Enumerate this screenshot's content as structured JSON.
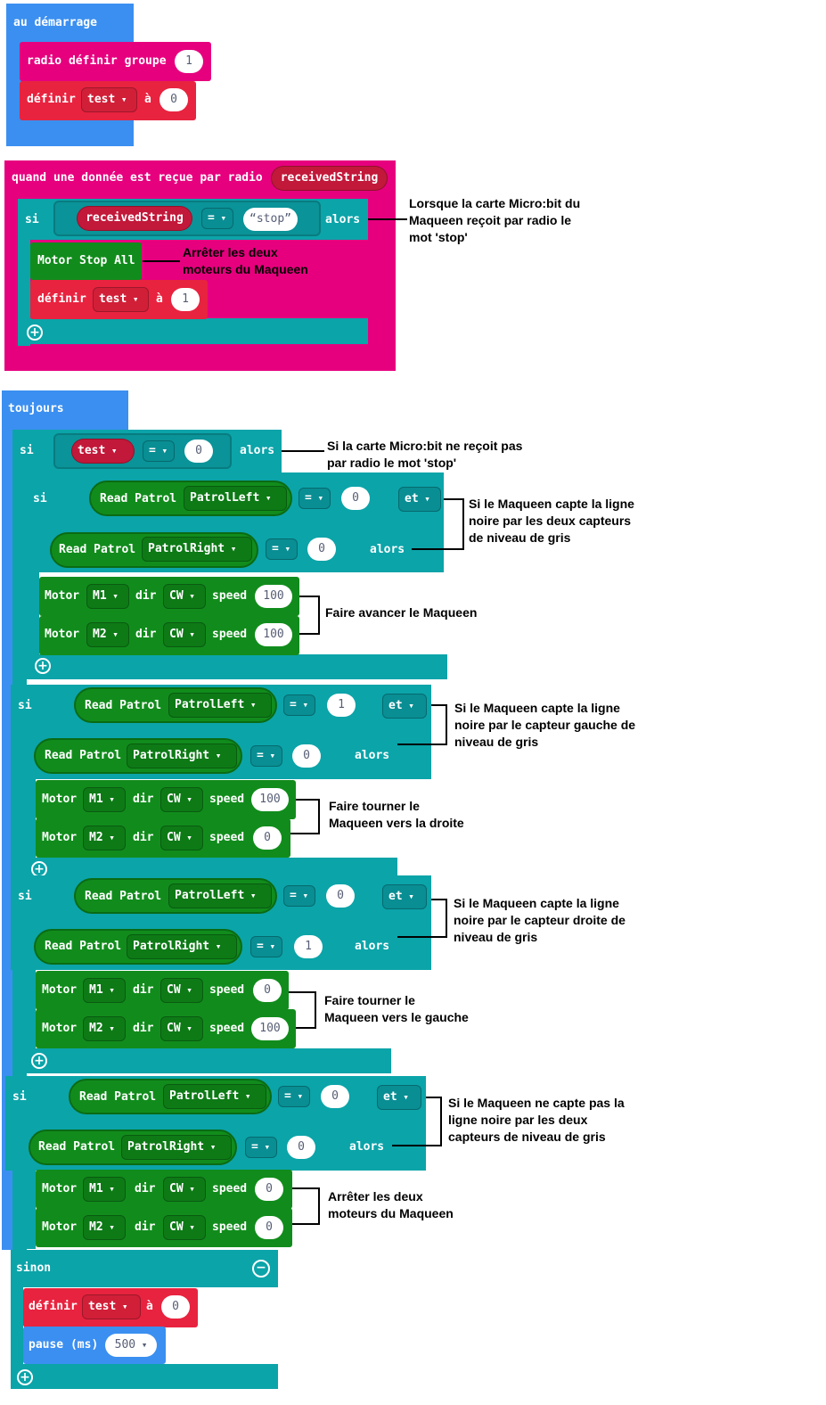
{
  "start": {
    "title": "au démarrage",
    "radio_group_label": "radio définir groupe",
    "radio_group_value": "1",
    "set_label": "définir",
    "var_name": "test",
    "to_label": "à",
    "set_value": "0"
  },
  "radio": {
    "title": "quand une donnée est reçue par radio",
    "param": "receivedString",
    "if_label": "si",
    "then_label": "alors",
    "cond_var": "receivedString",
    "op": "=",
    "compare_text": "stop",
    "motor_stop": "Motor Stop All",
    "set_label": "définir",
    "var_name": "test",
    "to_label": "à",
    "set_value": "1"
  },
  "forever": {
    "title": "toujours",
    "if_label": "si",
    "then_label": "alors",
    "and_label": "et",
    "else_label": "sinon",
    "op": "=",
    "test_var": "test",
    "test_value": "0",
    "read_patrol": "Read Patrol",
    "patrol_left": "PatrolLeft",
    "patrol_right": "PatrolRight",
    "motor": "Motor",
    "dir": "dir",
    "speed": "speed",
    "m1": "M1",
    "m2": "M2",
    "cw": "CW",
    "c1": {
      "left": "0",
      "right": "0",
      "m1_speed": "100",
      "m2_speed": "100"
    },
    "c2": {
      "left": "1",
      "right": "0",
      "m1_speed": "100",
      "m2_speed": "0"
    },
    "c3": {
      "left": "0",
      "right": "1",
      "m1_speed": "0",
      "m2_speed": "100"
    },
    "c4": {
      "left": "0",
      "right": "0",
      "m1_speed": "0",
      "m2_speed": "0"
    },
    "else_set_label": "définir",
    "else_var": "test",
    "else_to": "à",
    "else_value": "0",
    "pause_label": "pause (ms)",
    "pause_value": "500"
  },
  "annotations": {
    "a1": [
      "Lorsque la carte Micro:bit du",
      "Maqueen reçoit par radio le",
      "mot 'stop'"
    ],
    "a2": [
      "Arrêter les deux",
      "moteurs du Maqueen"
    ],
    "a3": [
      "Si la carte Micro:bit ne reçoit pas",
      "par radio le mot 'stop'"
    ],
    "a4": [
      "Si le Maqueen capte la ligne",
      "noire par les deux capteurs",
      "de niveau de gris"
    ],
    "a5": [
      "Faire avancer le Maqueen"
    ],
    "a6": [
      "Si le Maqueen capte la ligne",
      "noire par le capteur gauche de",
      "niveau de gris"
    ],
    "a7": [
      "Faire tourner le",
      "Maqueen vers la droite"
    ],
    "a8": [
      "Si le Maqueen capte la ligne",
      "noire par le capteur droite de",
      "niveau de gris"
    ],
    "a9": [
      "Faire tourner le",
      "Maqueen vers le gauche"
    ],
    "a10": [
      "Si le Maqueen ne capte pas la",
      "ligne noire par les deux",
      "capteurs de niveau de gris"
    ],
    "a11": [
      "Arrêter les deux",
      "moteurs du Maqueen"
    ]
  }
}
